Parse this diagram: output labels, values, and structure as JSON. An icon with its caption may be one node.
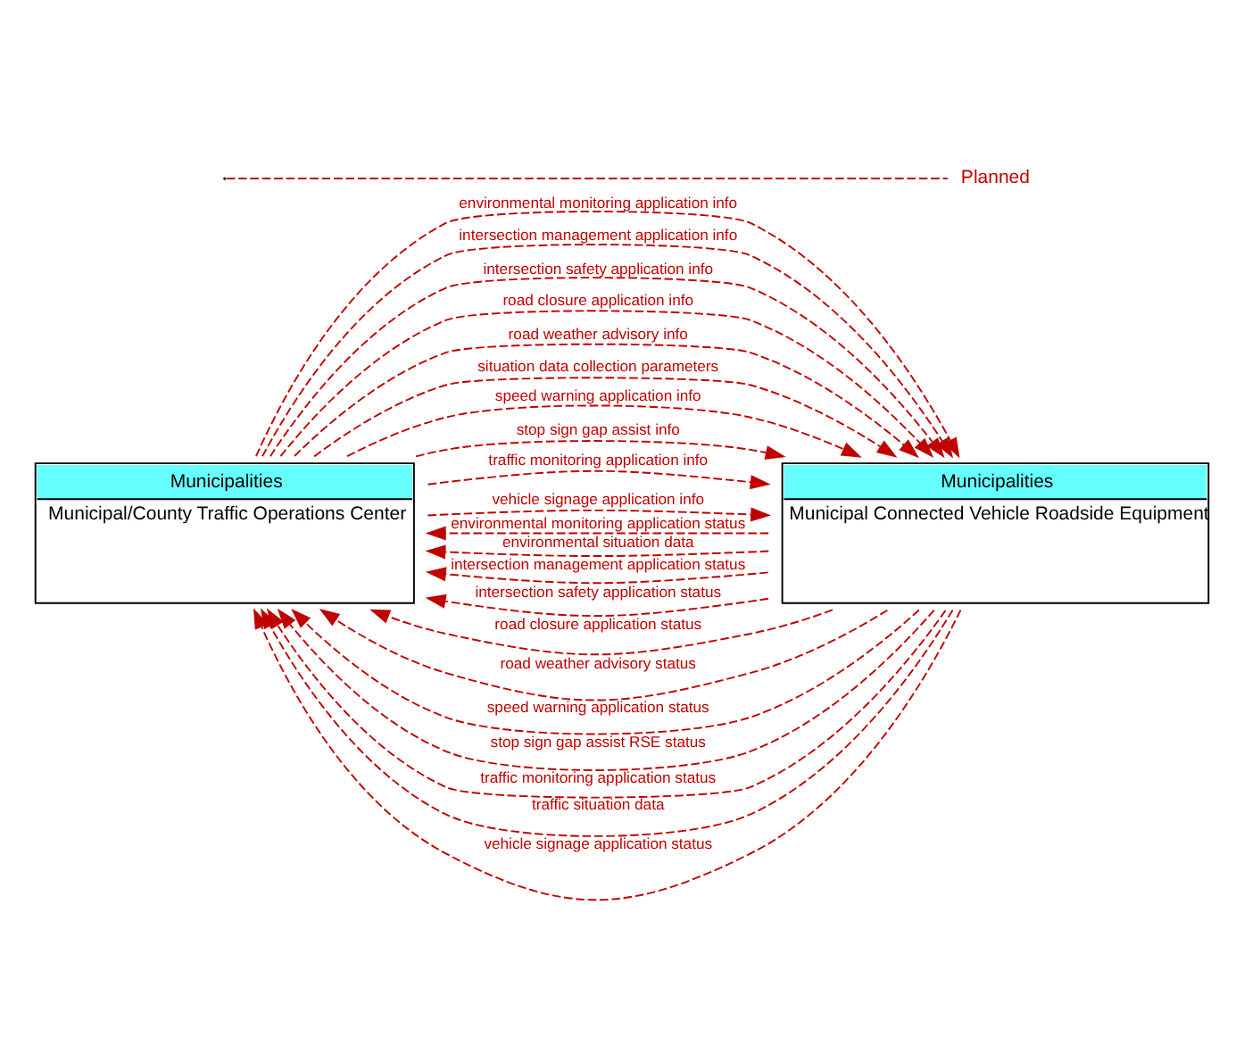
{
  "diagram": {
    "nodes": [
      {
        "text": [
          "Municipalities",
          "Municipal/County Traffic Operations Center"
        ]
      },
      {
        "text": [
          "Municipalities",
          "Municipal Connected Vehicle Roadside Equipment"
        ]
      }
    ],
    "edges": [
      {
        "from": 1,
        "to": 0,
        "arrow": "to",
        "label": "environmental monitoring application status",
        "style": "dashed"
      },
      {
        "from": 1,
        "to": 0,
        "arrow": "to",
        "label": "environmental situation data",
        "style": "dashed"
      },
      {
        "from": 1,
        "to": 0,
        "arrow": "to",
        "label": "intersection management application status",
        "style": "dashed"
      },
      {
        "from": 1,
        "to": 0,
        "arrow": "to",
        "label": "intersection safety application status",
        "style": "dashed"
      },
      {
        "from": 1,
        "to": 0,
        "arrow": "to",
        "label": "road closure application status",
        "style": "dashed"
      },
      {
        "from": 1,
        "to": 0,
        "arrow": "to",
        "label": "road weather advisory status",
        "style": "dashed"
      },
      {
        "from": 1,
        "to": 0,
        "arrow": "to",
        "label": "speed warning application status",
        "style": "dashed"
      },
      {
        "from": 1,
        "to": 0,
        "arrow": "to",
        "label": "stop sign gap assist RSE status",
        "style": "dashed"
      },
      {
        "from": 1,
        "to": 0,
        "arrow": "to",
        "label": "traffic monitoring application status",
        "style": "dashed"
      },
      {
        "from": 1,
        "to": 0,
        "arrow": "to",
        "label": "traffic situation data",
        "style": "dashed"
      },
      {
        "from": 1,
        "to": 0,
        "arrow": "to",
        "label": "vehicle signage application status",
        "style": "dashed"
      },
      {
        "from": 0,
        "to": 1,
        "arrow": "to",
        "label": "environmental monitoring application info",
        "style": "dashed"
      },
      {
        "from": 0,
        "to": 1,
        "arrow": "to",
        "label": "intersection management application info",
        "style": "dashed"
      },
      {
        "from": 0,
        "to": 1,
        "arrow": "to",
        "label": "intersection safety application info",
        "style": "dashed"
      },
      {
        "from": 0,
        "to": 1,
        "arrow": "to",
        "label": "road closure application info",
        "style": "dashed"
      },
      {
        "from": 0,
        "to": 1,
        "arrow": "to",
        "label": "road weather advisory info",
        "style": "dashed"
      },
      {
        "from": 0,
        "to": 1,
        "arrow": "to",
        "label": "situation data collection parameters",
        "style": "dashed"
      },
      {
        "from": 0,
        "to": 1,
        "arrow": "to",
        "label": "speed warning application info",
        "style": "dashed"
      },
      {
        "from": 0,
        "to": 1,
        "arrow": "to",
        "label": "stop sign gap assist info",
        "style": "dashed"
      },
      {
        "from": 0,
        "to": 1,
        "arrow": "to",
        "label": "traffic monitoring application info",
        "style": "dashed"
      },
      {
        "from": 0,
        "to": 1,
        "arrow": "to",
        "label": "vehicle signage application info",
        "style": "dashed"
      }
    ],
    "legend": [
      {
        "text": "Planned"
      }
    ]
  }
}
